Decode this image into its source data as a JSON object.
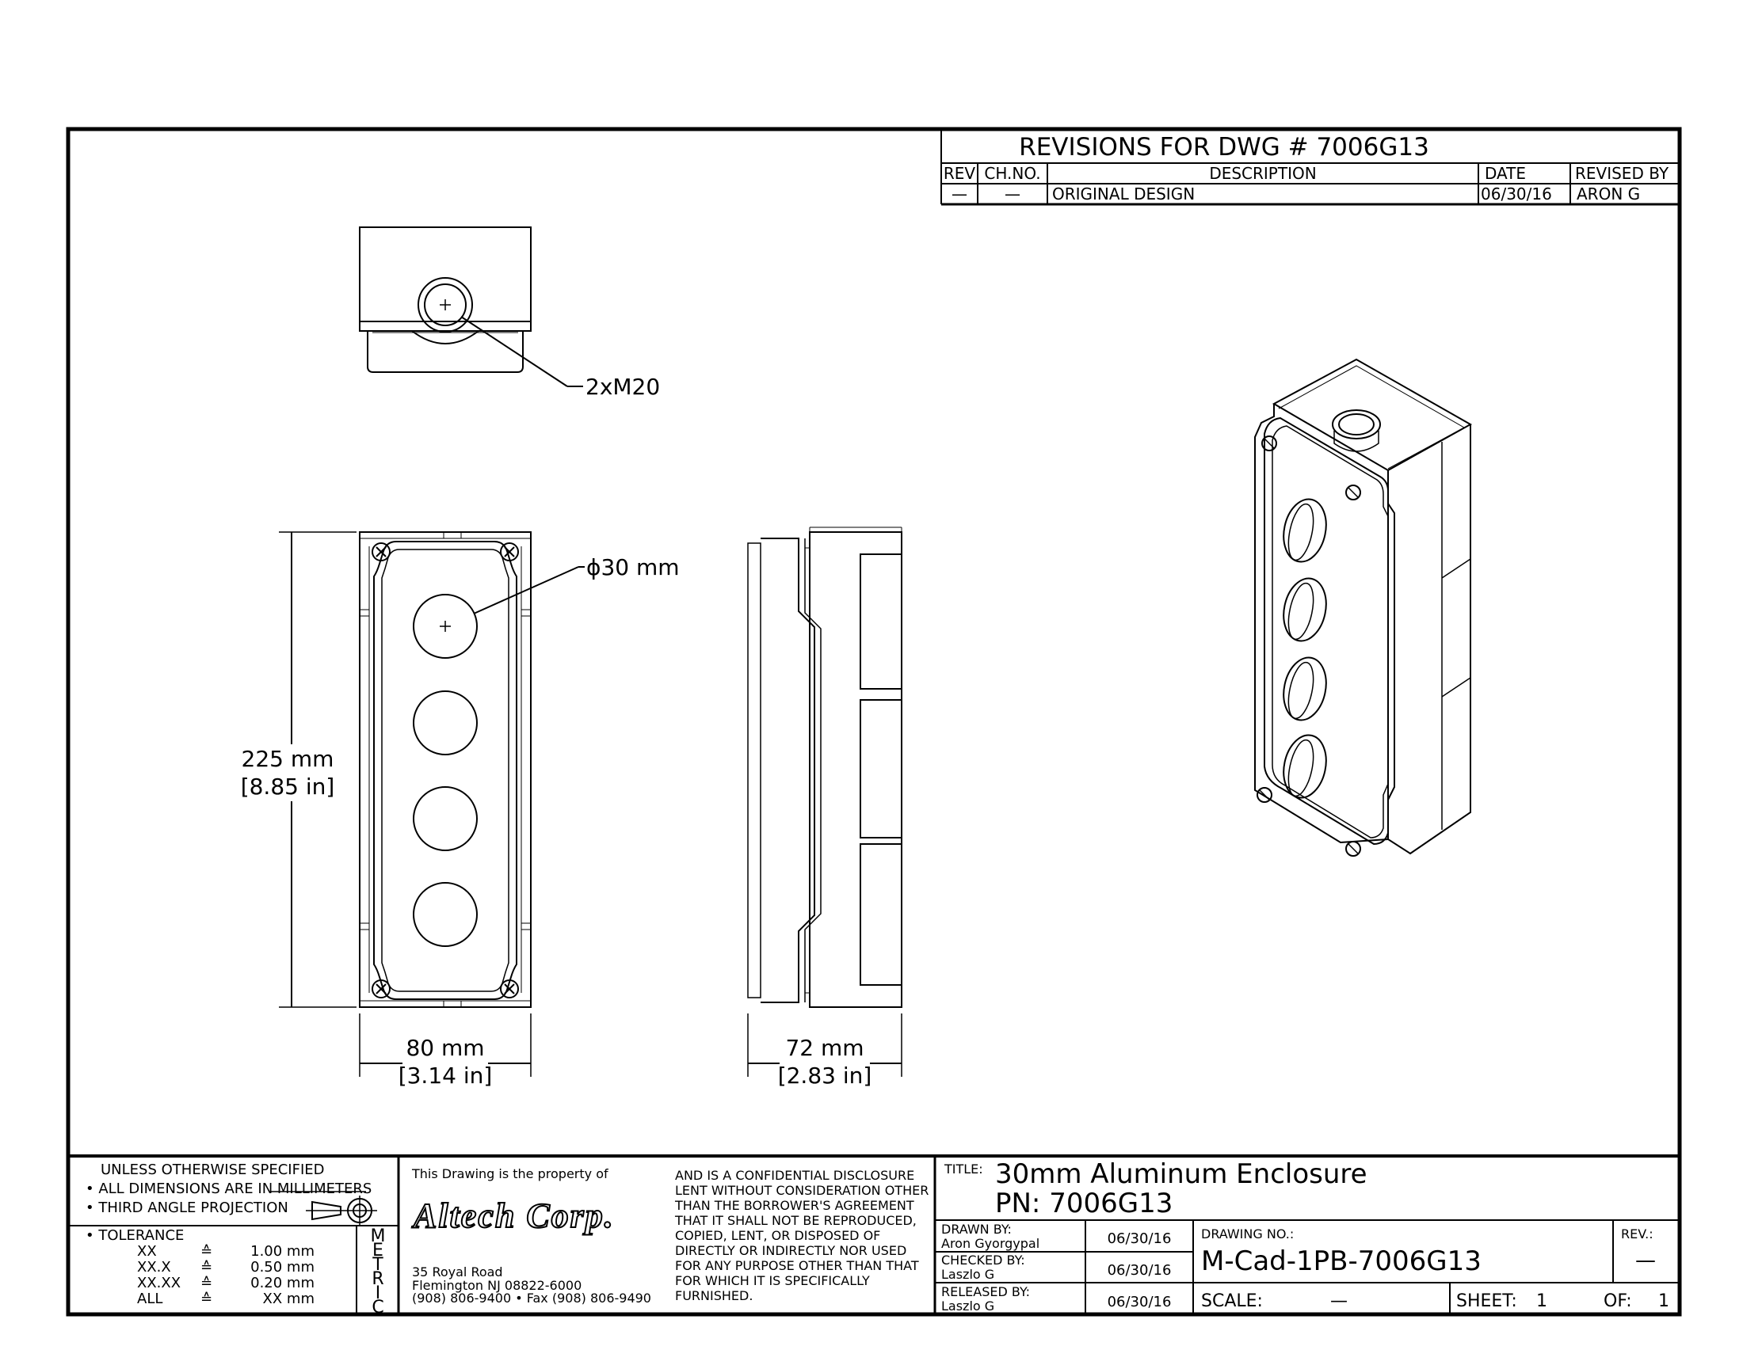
{
  "revisions": {
    "header": "REVISIONS FOR DWG # 7006G13",
    "columns": [
      "REV",
      "CH.NO.",
      "DESCRIPTION",
      "DATE",
      "REVISED BY"
    ],
    "rows": [
      {
        "rev": "—",
        "chno": "—",
        "description": "ORIGINAL DESIGN",
        "date": "06/30/16",
        "revised_by": "ARON G"
      }
    ]
  },
  "callouts": {
    "conduit": "2xM20",
    "hole_diameter": "ϕ30 mm",
    "height_mm": "225 mm",
    "height_in": "[8.85 in]",
    "width_mm": "80 mm",
    "width_in": "[3.14 in]",
    "depth_mm": "72 mm",
    "depth_in": "[2.83 in]"
  },
  "spec": {
    "heading": "UNLESS OTHERWISE SPECIFIED",
    "line1": "• ALL DIMENSIONS ARE IN MILLIMETERS",
    "line2": "• THIRD ANGLE PROJECTION",
    "tolerance_label": "• TOLERANCE",
    "tolerances": [
      {
        "key": "XX",
        "sym": "≙",
        "val": "1.00 mm"
      },
      {
        "key": "XX.X",
        "sym": "≙",
        "val": "0.50 mm"
      },
      {
        "key": "XX.XX",
        "sym": "≙",
        "val": "0.20 mm"
      },
      {
        "key": "ALL",
        "sym": "≙",
        "val": "XX mm"
      }
    ],
    "metric": [
      "M",
      "E",
      "T",
      "R",
      "I",
      "C"
    ]
  },
  "company": {
    "property_line": "This Drawing is the property of",
    "logo": "Altech Corp.",
    "address1": "35 Royal Road",
    "address2": "Flemington NJ 08822-6000",
    "phone": "(908) 806-9400 • Fax (908) 806-9490",
    "disclosure": [
      "AND IS A CONFIDENTIAL DISCLOSURE",
      "LENT WITHOUT CONSIDERATION OTHER",
      "THAN THE BORROWER'S AGREEMENT",
      "THAT IT SHALL NOT BE REPRODUCED,",
      "COPIED, LENT, OR DISPOSED OF",
      "DIRECTLY OR INDIRECTLY NOR USED",
      "FOR ANY PURPOSE OTHER THAN THAT",
      "FOR WHICH IT IS SPECIFICALLY",
      "FURNISHED."
    ]
  },
  "title_block": {
    "title_label": "TITLE:",
    "title": "30mm Aluminum Enclosure",
    "pn": "PN: 7006G13",
    "drawn_label": "DRAWN BY:",
    "drawn_name": "Aron Gyorgypal",
    "drawn_date": "06/30/16",
    "checked_label": "CHECKED BY:",
    "checked_name": "Laszlo G",
    "checked_date": "06/30/16",
    "released_label": "RELEASED BY:",
    "released_name": "Laszlo G",
    "released_date": "06/30/16",
    "drawing_no_label": "DRAWING NO.:",
    "drawing_no": "M-Cad-1PB-7006G13",
    "rev_label": "REV.:",
    "rev": "—",
    "scale_label": "SCALE:",
    "scale": "—",
    "sheet_label": "SHEET:",
    "sheet": "1",
    "of_label": "OF:",
    "of": "1"
  }
}
